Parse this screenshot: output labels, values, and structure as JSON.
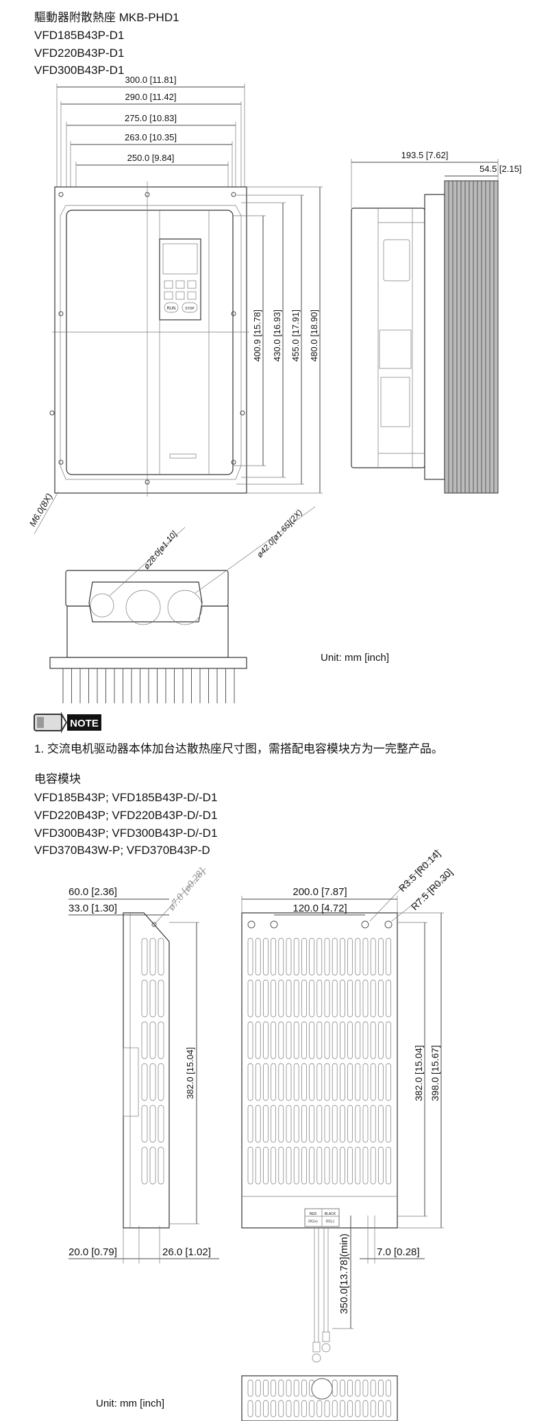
{
  "heatsink_section": {
    "title": "驅動器附散熱座 MKB-PHD1",
    "models": [
      "VFD185B43P-D1",
      "VFD220B43P-D1",
      "VFD300B43P-D1"
    ],
    "front_dims": {
      "w300": "300.0 [11.81]",
      "w290": "290.0 [11.42]",
      "w275": "275.0 [10.83]",
      "w263": "263.0 [10.35]",
      "w250": "250.0 [9.84]",
      "h400": "400.9 [15.78]",
      "h430": "430.0 [16.93]",
      "h455": "455.0 [17.91]",
      "h480": "480.0 [18.90]",
      "screw": "M6.0(8X)"
    },
    "side_dims": {
      "depth": "193.5 [7.62]",
      "fin": "54.5 [2.15]"
    },
    "bottom_dims": {
      "hole_small": "ø28.0[ø1.10]",
      "hole_large": "ø42.0[ø1.65](2X)"
    },
    "keypad": {
      "run": "RUN",
      "stop": "STOP"
    },
    "unit": "Unit: mm [inch]"
  },
  "note": {
    "badge": "NOTE",
    "text": "1.  交流电机驱动器本体加台达散热座尺寸图，需搭配电容模块方为一完整产品。"
  },
  "capacitor_section": {
    "title": "电容模块",
    "models": [
      "VFD185B43P; VFD185B43P-D/-D1",
      "VFD220B43P; VFD220B43P-D/-D1",
      "VFD300B43P; VFD300B43P-D/-D1",
      "VFD370B43W-P; VFD370B43P-D"
    ],
    "dims": {
      "d60": "60.0 [2.36]",
      "d33": "33.0 [1.30]",
      "hole": "ø7.0  [ø0.28]",
      "d200": "200.0 [7.87]",
      "d120": "120.0 [4.72]",
      "r35": "R3.5 [R0.14]",
      "r75": "R7.5 [R0.30]",
      "h382_side": "382.0 [15.04]",
      "h382_front": "382.0 [15.04]",
      "h398": "398.0 [15.67]",
      "d20": "20.0 [0.79]",
      "d26": "26.0 [1.02]",
      "cable": "350.0[13.78](min)",
      "d7": "7.0 [0.28]"
    },
    "wire_labels": {
      "red": "RED",
      "black": "BLACK",
      "pos": "DC(+)",
      "neg": "DC(-)"
    },
    "unit": "Unit: mm [inch]"
  }
}
